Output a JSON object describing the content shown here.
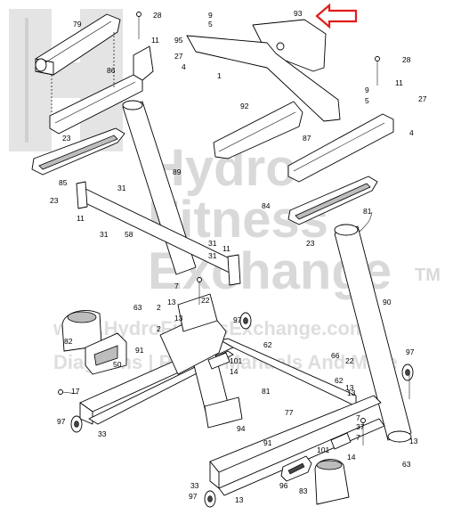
{
  "watermark": {
    "line1": "Hydro",
    "line2": "Fitness",
    "line3": "Exchange",
    "trademark": "TM",
    "url": "www.HydroFitnessExchange.com",
    "tagline": "Diagrams | Parts | Manuals And More"
  },
  "colors": {
    "arrow": "#e31b1b",
    "watermark": "#d9d9d9"
  },
  "callouts": [
    "79",
    "28",
    "9",
    "5",
    "93",
    "95",
    "11",
    "27",
    "4",
    "86",
    "1",
    "28",
    "9",
    "5",
    "11",
    "27",
    "4",
    "92",
    "87",
    "23",
    "85",
    "89",
    "23",
    "31",
    "84",
    "81",
    "11",
    "31",
    "58",
    "23",
    "31",
    "11",
    "13",
    "7",
    "2",
    "63",
    "90",
    "13",
    "22",
    "82",
    "31",
    "97",
    "2",
    "62",
    "50",
    "91",
    "101",
    "14",
    "66",
    "22",
    "62",
    "13",
    "97",
    "17",
    "81",
    "77",
    "7",
    "13",
    "97",
    "33",
    "94",
    "101",
    "14",
    "37",
    "7",
    "91",
    "13",
    "63",
    "96",
    "83",
    "33",
    "97",
    "13"
  ]
}
